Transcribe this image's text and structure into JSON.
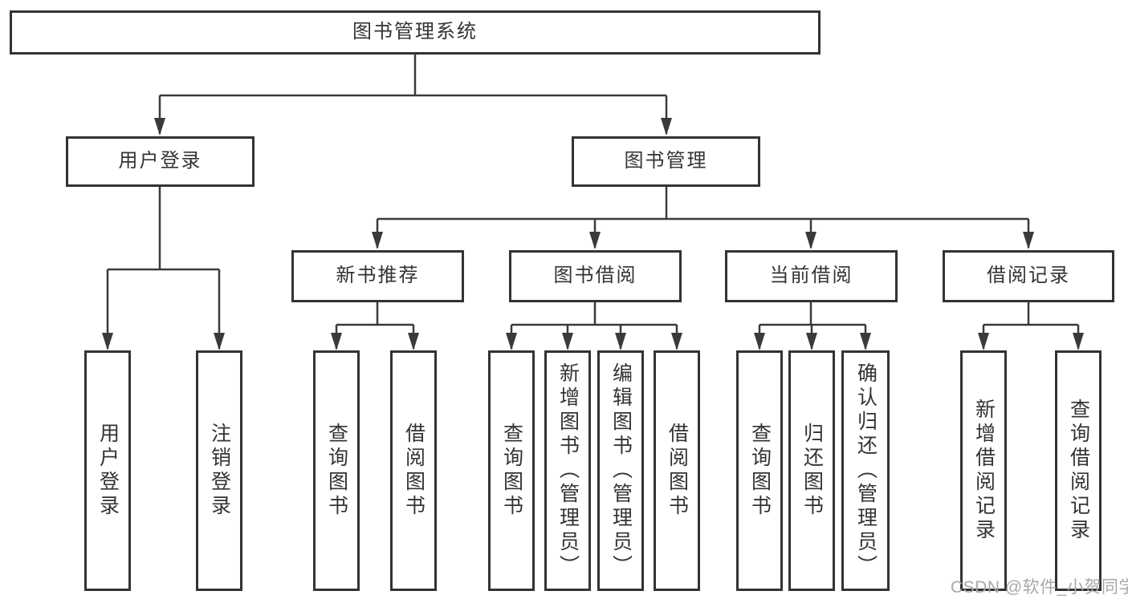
{
  "tree": {
    "root": {
      "label": "图书管理系统",
      "children": [
        {
          "label": "用户登录",
          "children": [
            {
              "label": "用户登录"
            },
            {
              "label": "注销登录"
            }
          ]
        },
        {
          "label": "图书管理",
          "children": [
            {
              "label": "新书推荐",
              "children": [
                {
                  "label": "查询图书"
                },
                {
                  "label": "借阅图书"
                }
              ]
            },
            {
              "label": "图书借阅",
              "children": [
                {
                  "label": "查询图书"
                },
                {
                  "label": "新增图书（管理员）"
                },
                {
                  "label": "编辑图书（管理员）"
                },
                {
                  "label": "借阅图书"
                }
              ]
            },
            {
              "label": "当前借阅",
              "children": [
                {
                  "label": "查询图书"
                },
                {
                  "label": "归还图书"
                },
                {
                  "label": "确认归还（管理员）"
                }
              ]
            },
            {
              "label": "借阅记录",
              "children": [
                {
                  "label": "新增借阅记录"
                },
                {
                  "label": "查询借阅记录"
                }
              ]
            }
          ]
        }
      ]
    }
  },
  "watermark": {
    "text": "CSDN @软件_小贺同学"
  },
  "colors": {
    "line": "#3a3a3a",
    "box_border": "#333333",
    "text": "#333333",
    "watermark": "#a8a8a8",
    "background": "#ffffff"
  }
}
